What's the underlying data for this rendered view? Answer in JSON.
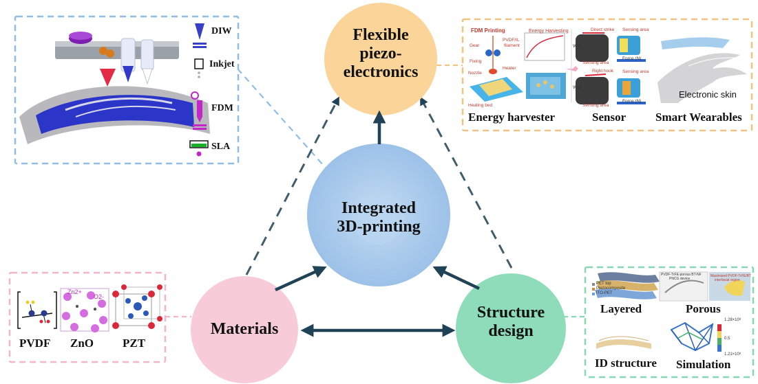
{
  "center": {
    "label_line1": "Integrated",
    "label_line2": "3D-printing"
  },
  "top_node": {
    "line1": "Flexible",
    "line2": "piezo-",
    "line3": "electronics"
  },
  "left_node": {
    "label": "Materials"
  },
  "right_node": {
    "line1": "Structure",
    "line2": "design"
  },
  "printing_methods": [
    "DIW",
    "Inkjet",
    "FDM",
    "SLA"
  ],
  "applications": {
    "captions": [
      "Energy harvester",
      "Sensor",
      "Smart Wearables"
    ],
    "fdm_title": "FDM Printing",
    "energy_title": "Energy Harvesting",
    "gear": "Gear",
    "filament_l1": "PVDF/IL",
    "filament_l2": "filament",
    "fixing": "Fixing",
    "heater": "Heater",
    "nozzle": "Nozzle",
    "heating_bed": "Heating bed",
    "direct_strike": "Direct strike",
    "right_hook": "Right hook",
    "sensing_area": "Sensing area",
    "wall": "Wall",
    "force": "Force (N)",
    "electronic_skin": "Electronic skin"
  },
  "materials": {
    "captions": [
      "PVDF",
      "ZnO",
      "PZT"
    ],
    "zn_label": "Zn2+",
    "o_label": "O2-"
  },
  "structures": {
    "captions": [
      "Layered",
      "Porous",
      "ID structure",
      "Simulation"
    ],
    "layers": [
      "PET top",
      "Piezocomposite",
      "ITO-PET"
    ],
    "porous_note_l1": "PVDF-TrFE-porous BT-NF",
    "porous_note_l2": "PNCG device",
    "porous_note2_l1": "Maximized PVDF-TrFE/BT",
    "porous_note2_l2": "interfacial region",
    "sim_max": "1.28×10⁸",
    "sim_mid": "0.5",
    "sim_min": "1.21×10⁸"
  },
  "colors": {
    "center": "#a9c8ea",
    "top": "#fbd49a",
    "left": "#f7ccd8",
    "right": "#8edcb9",
    "arrow": "#1f4256",
    "blue_box": "#8fbde6",
    "orange_box": "#f4c27f",
    "pink_box": "#f2b6c8",
    "green_box": "#86d8b0"
  }
}
